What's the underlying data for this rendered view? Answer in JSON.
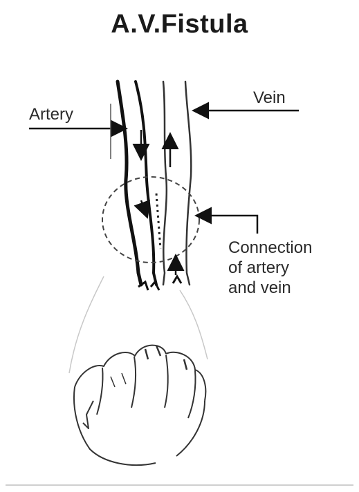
{
  "title": "A.V.Fistula",
  "labels": {
    "artery": "Artery",
    "vein": "Vein",
    "connection": [
      "Connection",
      "of artery",
      "and vein"
    ]
  }
}
